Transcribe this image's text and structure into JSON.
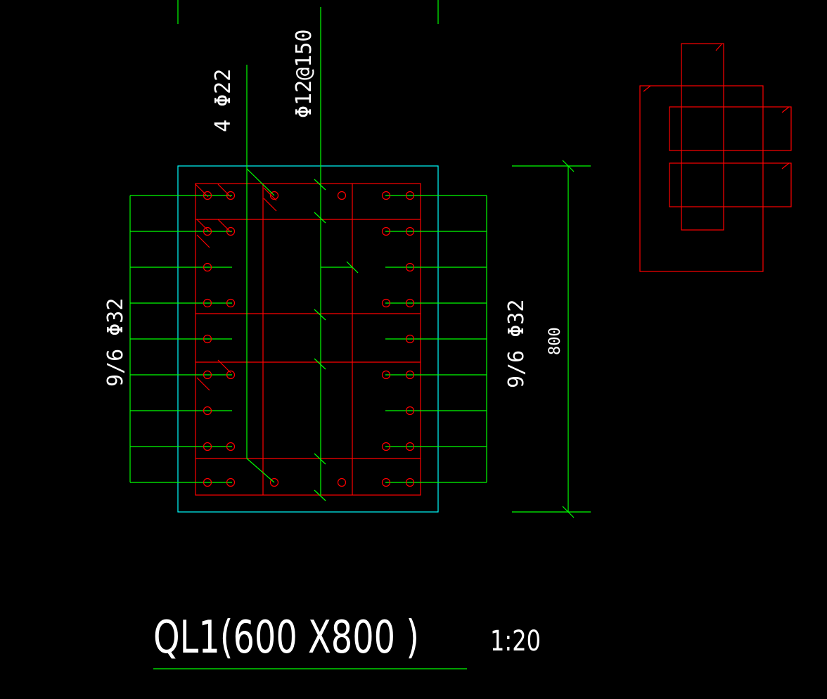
{
  "drawing": {
    "title": "QL1(600 X800 )",
    "scale": "1:20",
    "dimension_height": "800",
    "top_bars_label": "4 Φ22",
    "stirrup_label": "Φ12@150",
    "side_bars_left_label": "9/6 Φ32",
    "side_bars_right_label": "9/6 Φ32"
  },
  "colors": {
    "background": "#000000",
    "concrete_outline": "#00ffff",
    "rebar": "#ff0000",
    "leader": "#00ff00",
    "text": "#ffffff"
  }
}
